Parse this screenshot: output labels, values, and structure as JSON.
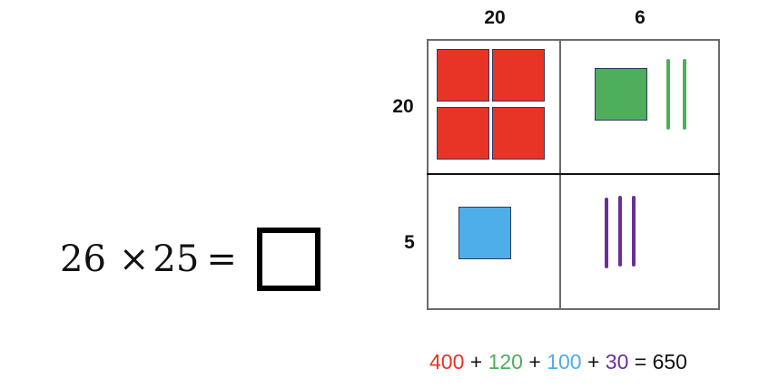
{
  "equation": {
    "factor_a": "26",
    "times": "×",
    "factor_b": "25",
    "equals": "=",
    "answer": ""
  },
  "grid": {
    "column_labels": [
      "20",
      "6"
    ],
    "row_labels": [
      "20",
      "5"
    ],
    "cells": [
      {
        "row": "20",
        "col": "20",
        "product": 400,
        "representation": "4 hundred squares",
        "color": "#e83427"
      },
      {
        "row": "20",
        "col": "6",
        "product": 120,
        "representation": "1 hundred square + 2 tens bars",
        "color": "#4fae5b"
      },
      {
        "row": "5",
        "col": "20",
        "product": 100,
        "representation": "1 hundred square",
        "color": "#4daee9"
      },
      {
        "row": "5",
        "col": "6",
        "product": 30,
        "representation": "3 tens bars",
        "color": "#6a2f9a"
      }
    ]
  },
  "sum": {
    "terms": [
      {
        "value": "400",
        "color": "#e83427"
      },
      {
        "value": "120",
        "color": "#4fae5b"
      },
      {
        "value": "100",
        "color": "#4daee9"
      },
      {
        "value": "30",
        "color": "#6a2f9a"
      }
    ],
    "plus": "+",
    "equals": "=",
    "total": "650"
  }
}
